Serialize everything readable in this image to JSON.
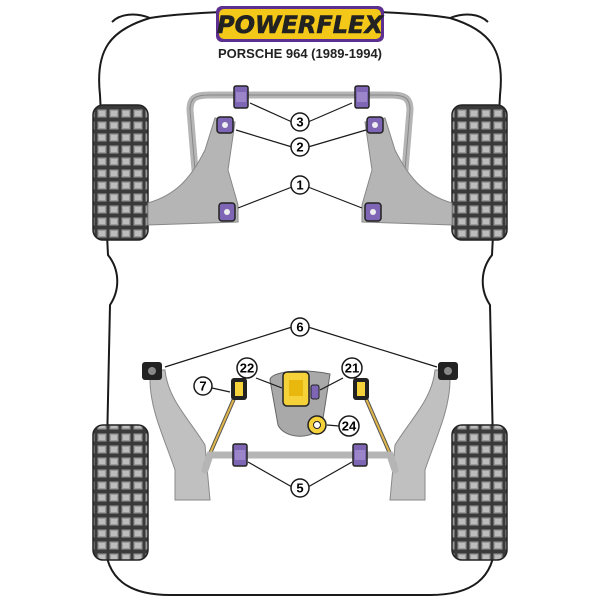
{
  "header": {
    "brand": "POWERFLEX",
    "model": "PORSCHE 964 (1989-1994)"
  },
  "colors": {
    "brand_yellow": "#f3c818",
    "brand_purple": "#5c2f91",
    "bush_purple": "#7f66b4",
    "bush_yellow": "#f5d23a",
    "arm_gray": "#b0b0b0",
    "tyre_dark": "#2e2e2e",
    "outline": "#1a1a1a"
  },
  "callouts": {
    "c1": "1",
    "c2": "2",
    "c3": "3",
    "c5": "5",
    "c6": "6",
    "c7": "7",
    "c21": "21",
    "c22": "22",
    "c24": "24"
  }
}
